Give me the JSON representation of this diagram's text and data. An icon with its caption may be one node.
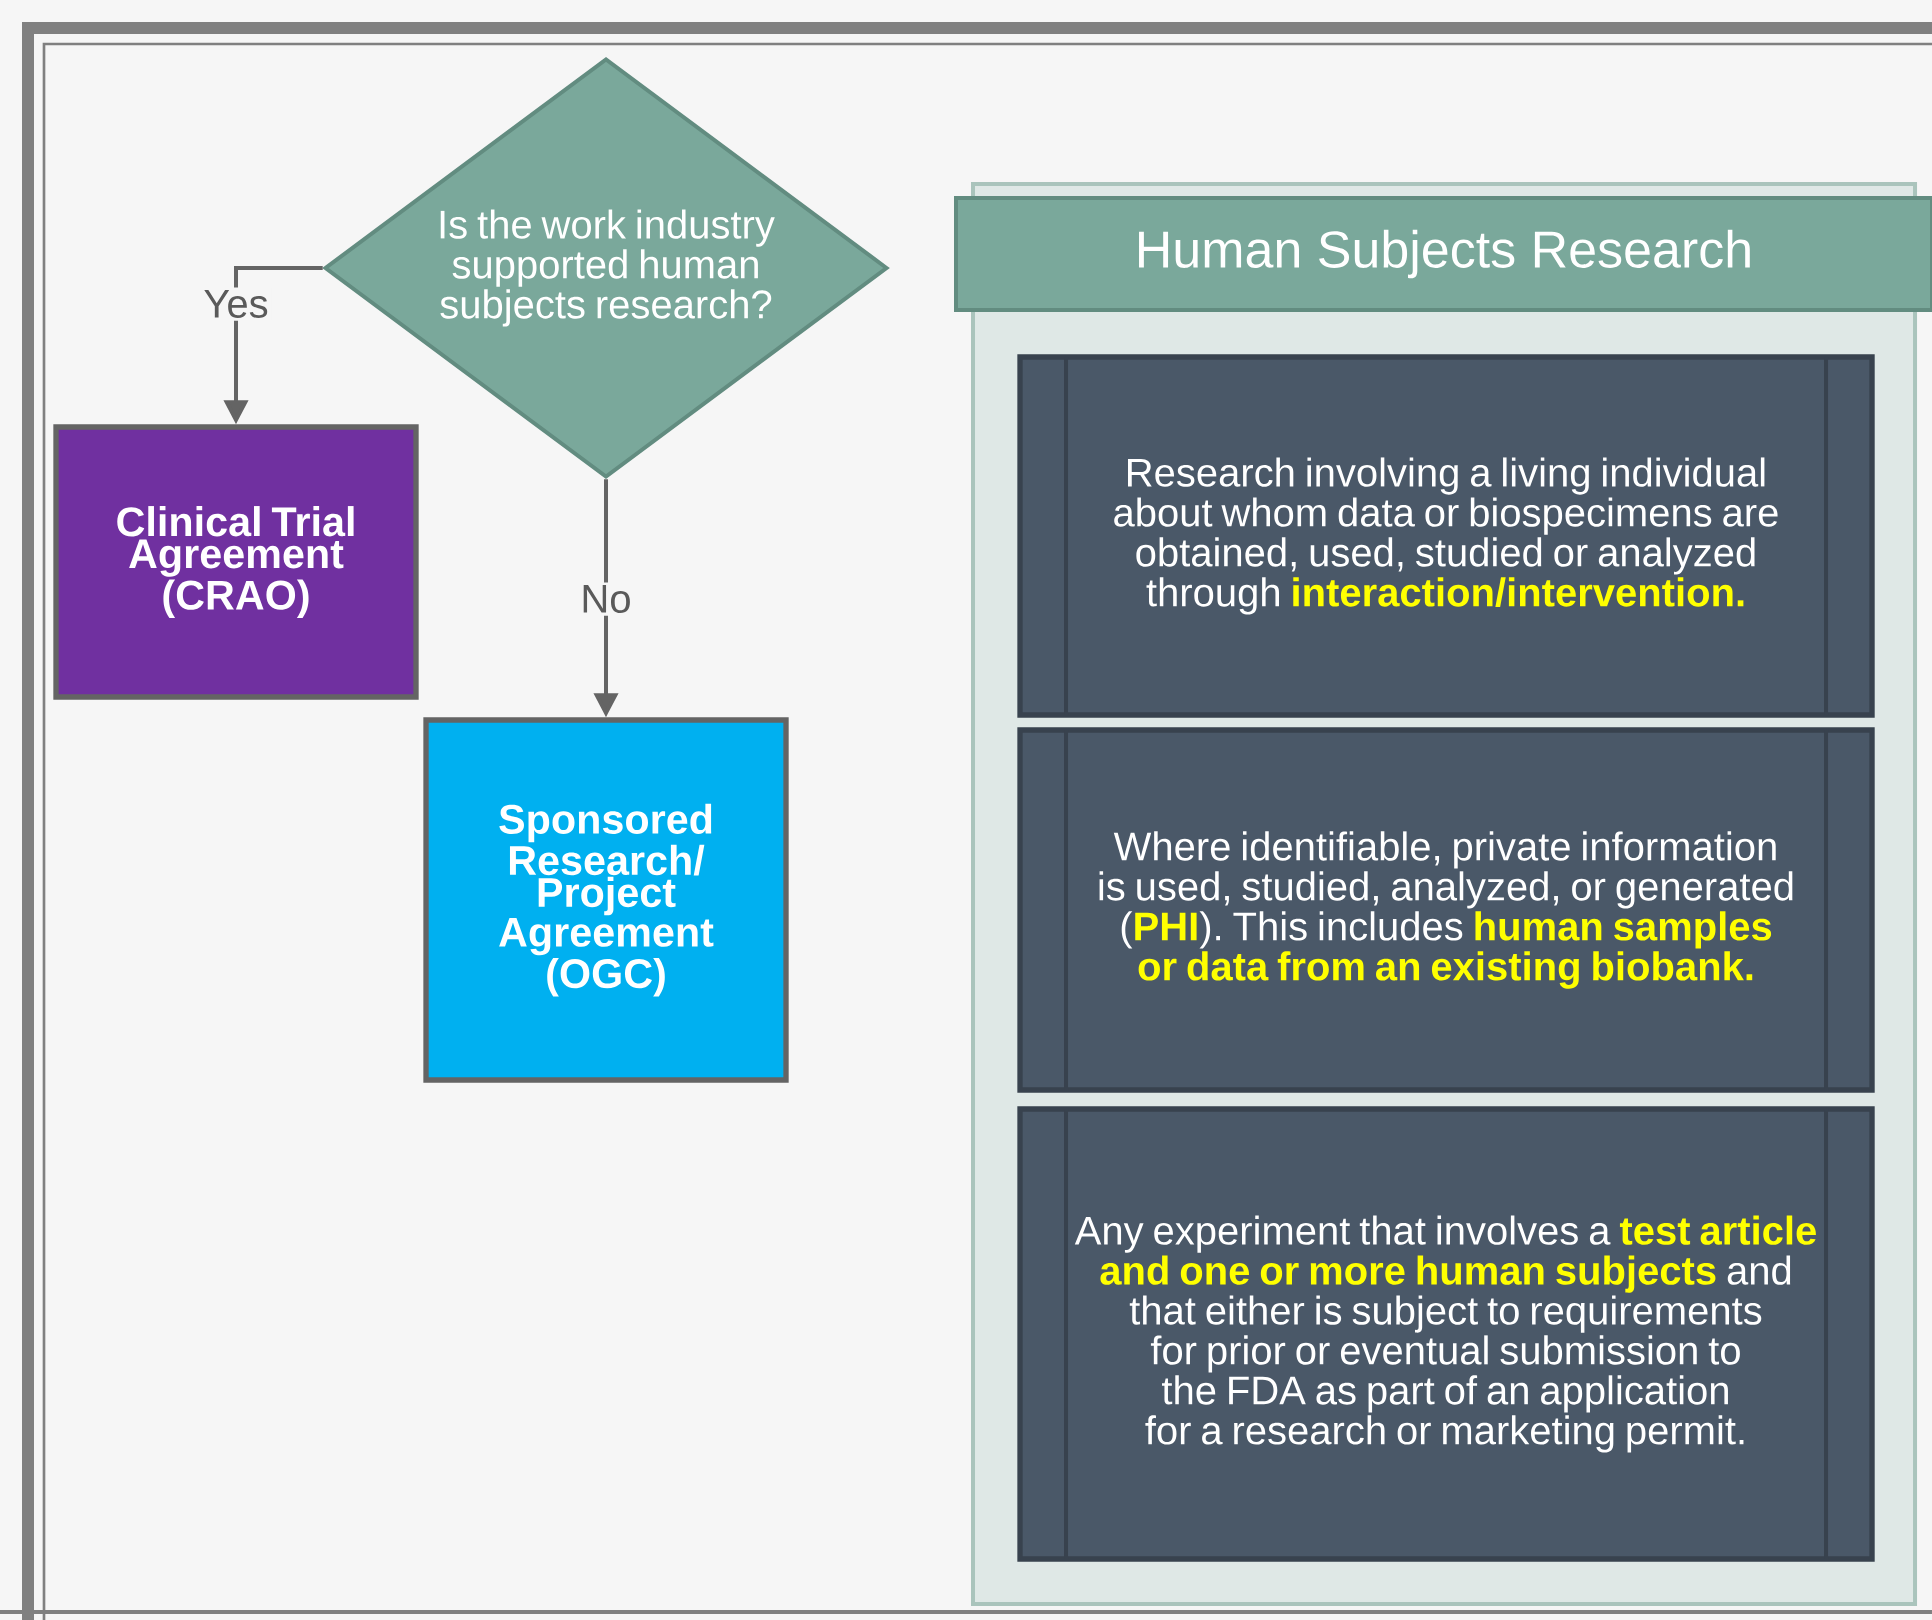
{
  "diagram": {
    "nodes": [
      {
        "text": [
          "Is the work industry supported human subjects research?"
        ]
      },
      {
        "text": [
          "Clinical Trial Agreement (CRAO)"
        ]
      },
      {
        "text": [
          "Sponsored Research/ Project Agreement (OGC)"
        ]
      },
      {
        "text": [
          "Human Subjects Research"
        ]
      },
      {
        "text": [
          "Research involving a living individual about whom data or biospecimens are obtained, used, studied or analyzed through **interaction/intervention.**"
        ],
        "in": 3
      },
      {
        "text": [
          "Where identifiable, private information is used, studied, analyzed, or generated (**PHI**). This includes **human samples or data from an existing biobank.**"
        ],
        "in": 3
      },
      {
        "text": [
          "Any experiment that involves a **test article and one or more human subjects** and that either is subject to requirements for prior or eventual submission to the FDA as part of an application for a research or marketing permit."
        ],
        "in": 3
      }
    ],
    "edges": [
      {
        "from": 0,
        "to": 1,
        "arrow": "to",
        "label": "Yes"
      },
      {
        "from": 0,
        "to": 2,
        "arrow": "to",
        "label": "No"
      }
    ]
  }
}
